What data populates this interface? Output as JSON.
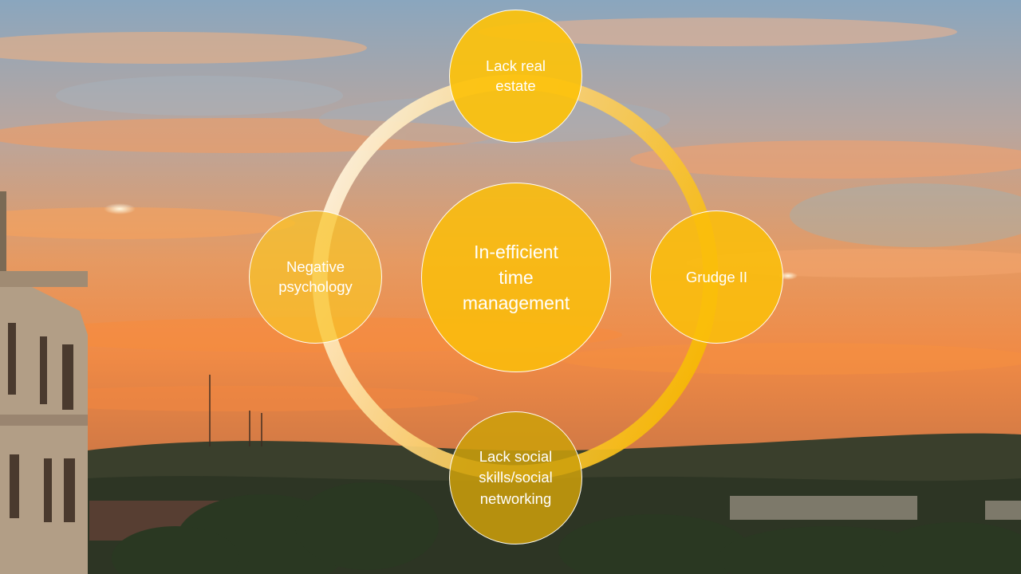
{
  "diagram": {
    "center": "In-efficient\ntime\nmanagement",
    "nodes": {
      "top": "Lack real\nestate",
      "right": "Grudge II",
      "bottom": "Lack social\nskills/social\nnetworking",
      "left": "Negative\npsychology"
    }
  },
  "colors": {
    "node_fill": "#F9BE0A",
    "ring_start": "#FFF2D6",
    "ring_end": "#F6BC00",
    "node_border": "#FFFFFF"
  }
}
